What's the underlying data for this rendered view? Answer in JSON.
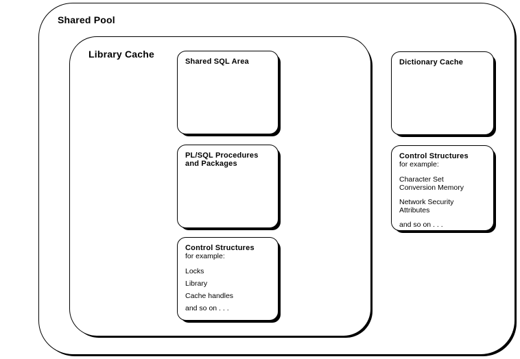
{
  "shared_pool": {
    "label": "Shared Pool"
  },
  "library_cache": {
    "label": "Library Cache",
    "shared_sql_area": {
      "title": "Shared SQL Area"
    },
    "plsql": {
      "title_line1": "PL/SQL Procedures",
      "title_line2": "and Packages"
    },
    "control_structures": {
      "title": "Control Structures",
      "subtitle": "for example:",
      "items": [
        "Locks",
        "Library",
        "Cache handles",
        "and so on . . ."
      ]
    }
  },
  "dictionary": {
    "cache": {
      "title": "Dictionary Cache"
    },
    "control_structures": {
      "title": "Control Structures",
      "subtitle": "for example:",
      "items": [
        [
          "Character Set",
          "Conversion Memory"
        ],
        [
          "Network Security",
          "Attributes"
        ],
        [
          "and so on . . ."
        ]
      ]
    }
  },
  "colors": {
    "ink": "#000000",
    "paper": "#ffffff"
  }
}
